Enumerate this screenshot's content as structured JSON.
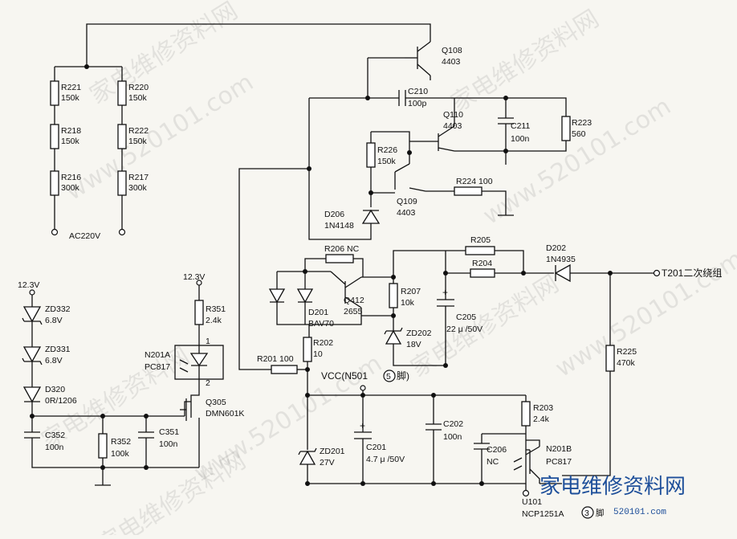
{
  "watermark": {
    "url": "www.520101.com",
    "site_cn": "家电维修资料网",
    "logo_text": "家电维修资料网",
    "logo_sub": "520101.com"
  },
  "ac_input": {
    "label": "AC220V",
    "resistors": [
      {
        "ref": "R221",
        "value": "150k"
      },
      {
        "ref": "R218",
        "value": "150k"
      },
      {
        "ref": "R216",
        "value": "300k"
      },
      {
        "ref": "R220",
        "value": "150k"
      },
      {
        "ref": "R222",
        "value": "150k"
      },
      {
        "ref": "R217",
        "value": "300k"
      }
    ]
  },
  "components": {
    "q108": {
      "ref": "Q108",
      "value": "4403"
    },
    "c210": {
      "ref": "C210",
      "value": "100p"
    },
    "q110": {
      "ref": "Q110",
      "value": "4403"
    },
    "c211": {
      "ref": "C211",
      "value": "100n"
    },
    "r223": {
      "ref": "R223",
      "value": "560"
    },
    "r226": {
      "ref": "R226",
      "value": "150k"
    },
    "q109": {
      "ref": "Q109",
      "value": "4403"
    },
    "r224": {
      "label": "R224  100"
    },
    "d206": {
      "ref": "D206",
      "value": "1N4148"
    },
    "r206": {
      "label": "R206  NC"
    },
    "r205": {
      "ref": "R205"
    },
    "r204": {
      "ref": "R204"
    },
    "d202": {
      "ref": "D202",
      "value": "1N4935"
    },
    "t201": {
      "label": "T201二次绕组"
    },
    "d201": {
      "ref": "D201",
      "value": "BAV70"
    },
    "q412": {
      "ref": "Q412",
      "value": "2655"
    },
    "r207": {
      "ref": "R207",
      "value": "10k"
    },
    "c205": {
      "ref": "C205",
      "value": "22 μ /50V"
    },
    "zd202": {
      "ref": "ZD202",
      "value": "18V"
    },
    "r202": {
      "ref": "R202",
      "value": "10"
    },
    "r201": {
      "label": "R201  100"
    },
    "r225": {
      "ref": "R225",
      "value": "470k"
    },
    "vcc": {
      "prefix": "VCC(N501",
      "pin": "5",
      "suffix": "脚)"
    },
    "zd201": {
      "ref": "ZD201",
      "value": "27V"
    },
    "c201": {
      "ref": "C201",
      "value": "4.7 μ /50V"
    },
    "c202": {
      "ref": "C202",
      "value": "100n"
    },
    "c206": {
      "ref": "C206",
      "value": "NC"
    },
    "r203": {
      "ref": "R203",
      "value": "2.4k"
    },
    "n201b": {
      "ref": "N201B",
      "value": "PC817"
    },
    "u101": {
      "ref": "U101",
      "prefix": "NCP1251A",
      "pin": "3",
      "suffix": "脚"
    },
    "rail_12v_left": {
      "label": "12.3V"
    },
    "zd332": {
      "ref": "ZD332",
      "value": "6.8V"
    },
    "zd331": {
      "ref": "ZD331",
      "value": "6.8V"
    },
    "d320": {
      "ref": "D320",
      "value": "0R/1206"
    },
    "c352": {
      "ref": "C352",
      "value": "100n"
    },
    "r352": {
      "ref": "R352",
      "value": "100k"
    },
    "c351": {
      "ref": "C351",
      "value": "100n"
    },
    "rail_12v_mid": {
      "label": "12.3V"
    },
    "r351": {
      "ref": "R351",
      "value": "2.4k"
    },
    "n201a": {
      "ref": "N201A",
      "value": "PC817"
    },
    "pin1": {
      "label": "1"
    },
    "pin2": {
      "label": "2"
    },
    "q305": {
      "ref": "Q305",
      "value": "DMN601K"
    }
  }
}
